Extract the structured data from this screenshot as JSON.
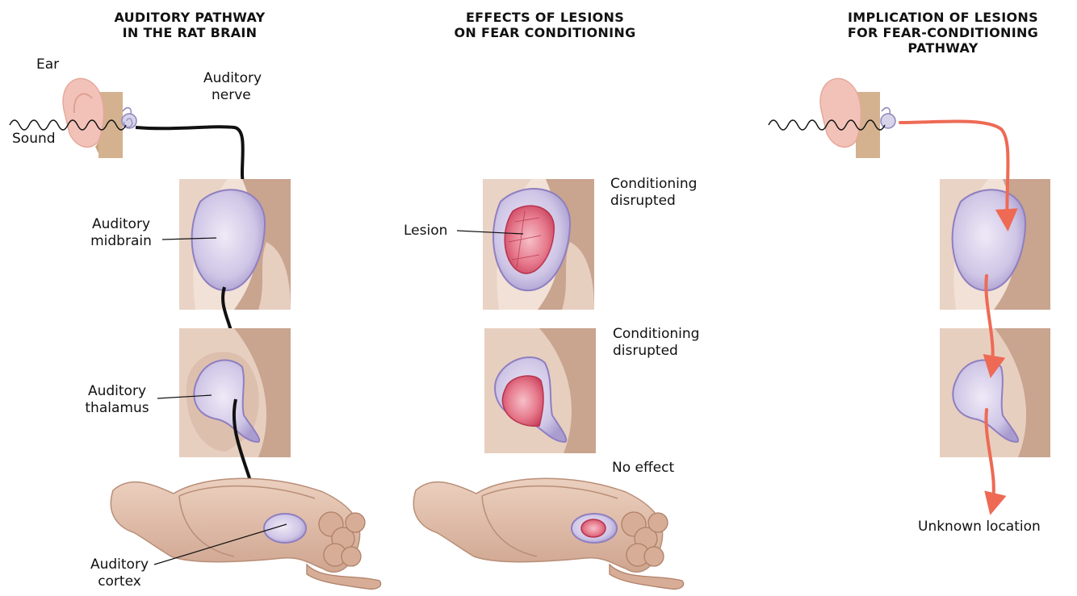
{
  "panels": {
    "left": {
      "title_line1": "AUDITORY PATHWAY",
      "title_line2": "IN THE RAT BRAIN",
      "labels": {
        "ear": "Ear",
        "sound": "Sound",
        "nerve_line1": "Auditory",
        "nerve_line2": "nerve",
        "midbrain_line1": "Auditory",
        "midbrain_line2": "midbrain",
        "thalamus_line1": "Auditory",
        "thalamus_line2": "thalamus",
        "cortex_line1": "Auditory",
        "cortex_line2": "cortex"
      }
    },
    "middle": {
      "title_line1": "EFFECTS OF LESIONS",
      "title_line2": "ON FEAR CONDITIONING",
      "labels": {
        "lesion": "Lesion",
        "midbrain_effect_line1": "Conditioning",
        "midbrain_effect_line2": "disrupted",
        "thalamus_effect_line1": "Conditioning",
        "thalamus_effect_line2": "disrupted",
        "cortex_effect": "No effect"
      }
    },
    "right": {
      "title_line1": "IMPLICATION OF LESIONS",
      "title_line2": "FOR FEAR-CONDITIONING PATHWAY",
      "labels": {
        "unknown": "Unknown location"
      }
    }
  },
  "colors": {
    "tissue": "#d9b9a8",
    "tissue_light": "#f2e1d6",
    "tissue_dark": "#c29a86",
    "nucleus": "#c6bddf",
    "nucleus_edge": "#8f7fc0",
    "lesion": "#d9556e",
    "lesion_light": "#f2a9b5",
    "pathway": "#111111",
    "implied_pathway": "#ee6a55"
  }
}
